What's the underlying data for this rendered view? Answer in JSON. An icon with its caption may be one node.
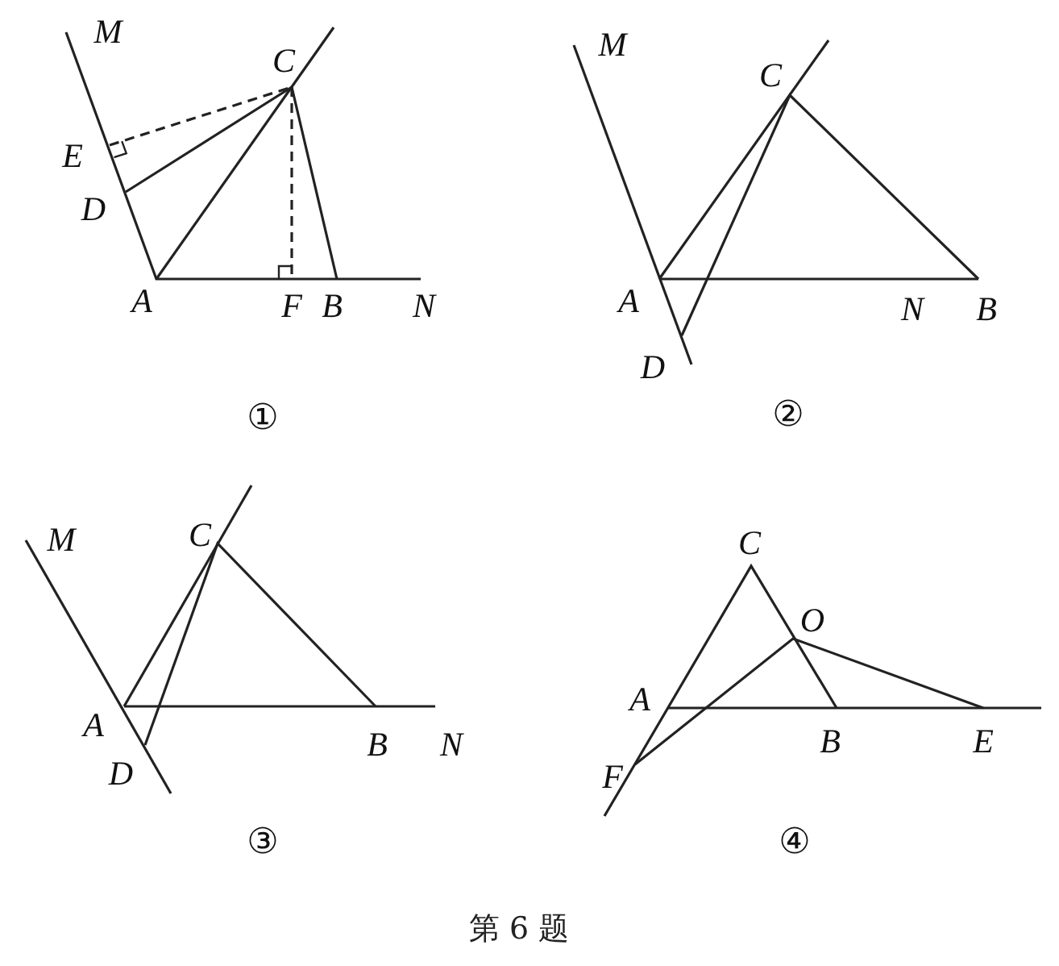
{
  "diagram": {
    "caption": "第 6 题",
    "labels": [
      "M",
      "C",
      "E",
      "D",
      "A",
      "F",
      "B",
      "N",
      "①",
      "M",
      "C",
      "A",
      "N",
      "B",
      "D",
      "②",
      "M",
      "C",
      "A",
      "D",
      "B",
      "N",
      "③",
      "C",
      "O",
      "A",
      "B",
      "E",
      "F",
      "④"
    ]
  }
}
